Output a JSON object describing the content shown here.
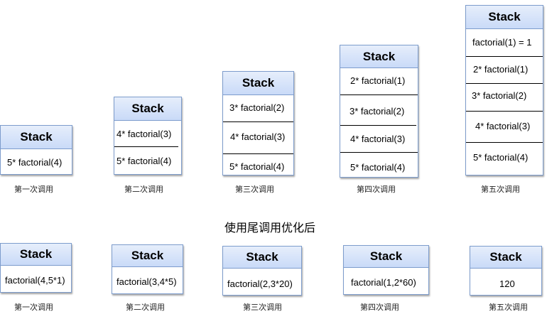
{
  "stack_header": "Stack",
  "top_row": [
    {
      "caption": "第一次调用",
      "frames": [
        "5* factorial(4)"
      ]
    },
    {
      "caption": "第二次调用",
      "frames": [
        "4* factorial(3)",
        "5* factorial(4)"
      ]
    },
    {
      "caption": "第三次调用",
      "frames": [
        "3* factorial(2)",
        "4* factorial(3)",
        "5* factorial(4)"
      ]
    },
    {
      "caption": "第四次调用",
      "frames": [
        "2* factorial(1)",
        "3* factorial(2)",
        "4* factorial(3)",
        "5* factorial(4)"
      ]
    },
    {
      "caption": "第五次调用",
      "frames": [
        "factorial(1) = 1",
        "2* factorial(1)",
        "3* factorial(2)",
        "4* factorial(3)",
        "5* factorial(4)"
      ]
    }
  ],
  "section_title": "使用尾调用优化后",
  "bottom_row": [
    {
      "caption": "第一次调用",
      "frame": "factorial(4,5*1)"
    },
    {
      "caption": "第二次调用",
      "frame": "factorial(3,4*5)"
    },
    {
      "caption": "第三次调用",
      "frame": "factorial(2,3*20)"
    },
    {
      "caption": "第四次调用",
      "frame": "factorial(1,2*60)"
    },
    {
      "caption": "第五次调用",
      "frame": "120"
    }
  ]
}
